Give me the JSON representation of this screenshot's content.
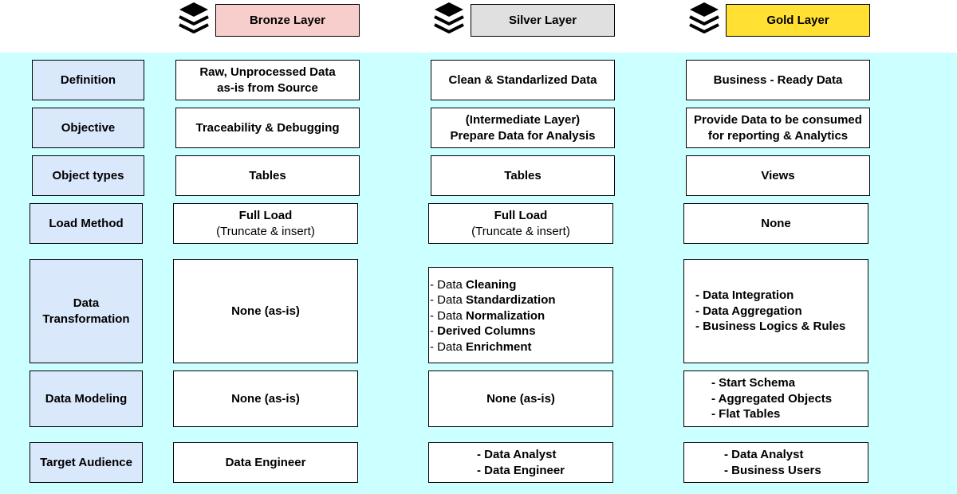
{
  "layers": [
    {
      "name": "Bronze Layer",
      "color": "#f8cecc"
    },
    {
      "name": "Silver Layer",
      "color": "#e0e0e0"
    },
    {
      "name": "Gold Layer",
      "color": "#ffe033"
    }
  ],
  "row_labels": {
    "definition": "Definition",
    "objective": "Objective",
    "object_types": "Object types",
    "load_method": "Load Method",
    "data_transformation_1": "Data",
    "data_transformation_2": "Transformation",
    "data_modeling": "Data Modeling",
    "target_audience": "Target Audience"
  },
  "bronze": {
    "definition_1": "Raw, Unprocessed Data",
    "definition_2": "as-is from Source",
    "objective": "Traceability & Debugging",
    "object_types": "Tables",
    "load_method_1": "Full Load",
    "load_method_2": "(Truncate & insert)",
    "data_transformation": "None (as-is)",
    "data_modeling": "None (as-is)",
    "target_audience": "Data Engineer"
  },
  "silver": {
    "definition": "Clean & Standarlized Data",
    "objective_1": "(Intermediate Layer)",
    "objective_2": "Prepare Data for Analysis",
    "object_types": "Tables",
    "load_method_1": "Full Load",
    "load_method_2": "(Truncate & insert)",
    "data_transformation": [
      {
        "prefix": "- Data ",
        "term": "Cleaning"
      },
      {
        "prefix": "- Data ",
        "term": "Standardization"
      },
      {
        "prefix": "- Data ",
        "term": "Normalization"
      },
      {
        "prefix": "- ",
        "term": "Derived Columns"
      },
      {
        "prefix": "- Data ",
        "term": "Enrichment"
      }
    ],
    "data_modeling": "None (as-is)",
    "target_audience": [
      "- Data Analyst",
      "- Data Engineer"
    ]
  },
  "gold": {
    "definition": "Business - Ready Data",
    "objective_1": "Provide Data to be consumed",
    "objective_2": "for reporting & Analytics",
    "object_types": "Views",
    "load_method": "None",
    "data_transformation": [
      {
        "prefix": "- Data ",
        "term": "Integration"
      },
      {
        "prefix": "- Data ",
        "term": "Aggregation"
      },
      {
        "prefix": "- ",
        "term": "Business Logics & Rules"
      }
    ],
    "data_modeling": [
      "- Start Schema",
      "- Aggregated Objects",
      "- Flat Tables"
    ],
    "target_audience": [
      "- Data Analyst",
      "- Business Users"
    ]
  }
}
